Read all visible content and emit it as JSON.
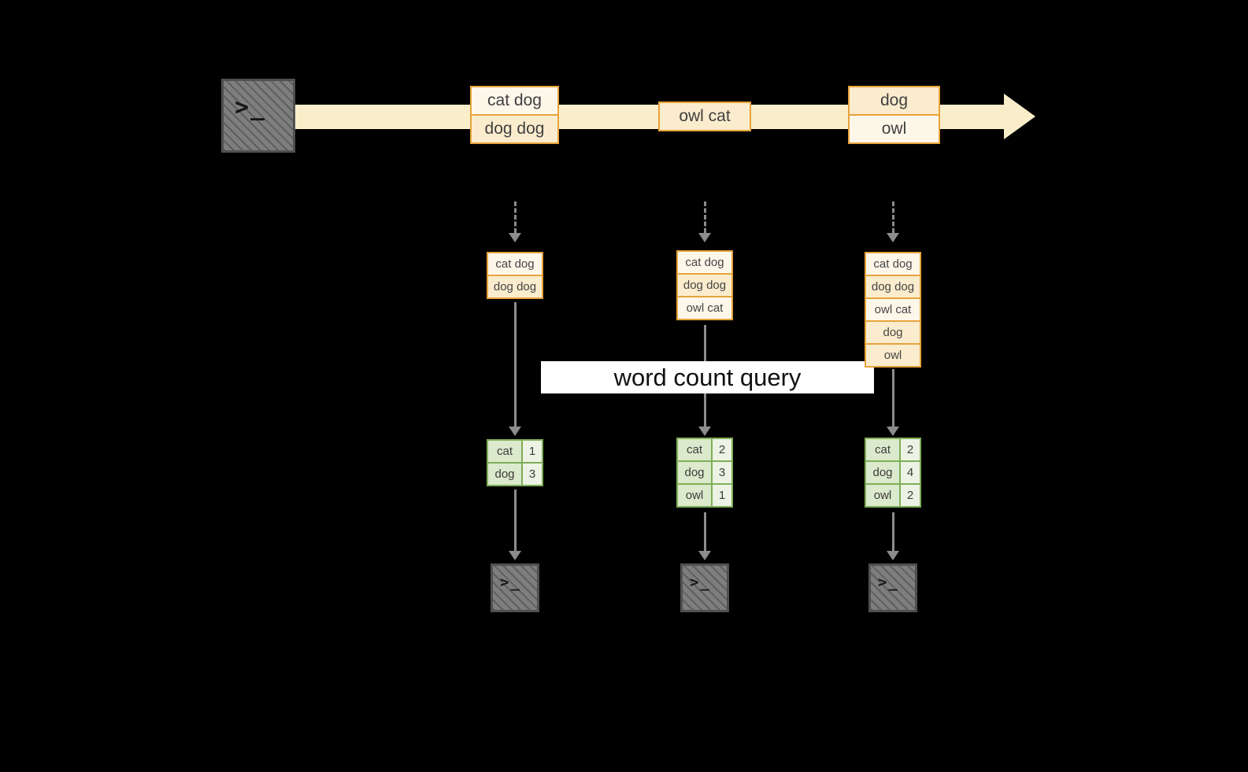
{
  "labels": {
    "query": "word count query"
  },
  "icons": {
    "terminal_prompt": ">_"
  },
  "stream": {
    "events": [
      {
        "lines": [
          "cat dog",
          "dog dog"
        ]
      },
      {
        "lines": [
          "owl cat"
        ]
      },
      {
        "lines": [
          "dog",
          "owl"
        ]
      }
    ]
  },
  "columns": [
    {
      "buffer": [
        "cat dog",
        "dog dog"
      ],
      "counts": [
        {
          "word": "cat",
          "count": "1"
        },
        {
          "word": "dog",
          "count": "3"
        }
      ]
    },
    {
      "buffer": [
        "cat dog",
        "dog dog",
        "owl cat"
      ],
      "counts": [
        {
          "word": "cat",
          "count": "2"
        },
        {
          "word": "dog",
          "count": "3"
        },
        {
          "word": "owl",
          "count": "1"
        }
      ]
    },
    {
      "buffer": [
        "cat dog",
        "dog dog",
        "owl cat",
        "dog",
        "owl"
      ],
      "counts": [
        {
          "word": "cat",
          "count": "2"
        },
        {
          "word": "dog",
          "count": "4"
        },
        {
          "word": "owl",
          "count": "2"
        }
      ]
    }
  ],
  "colors": {
    "background": "#000000",
    "stream_fill": "#faeeca",
    "box_border": "#e7a33b",
    "box_fill_light": "#fdf7ea",
    "box_fill_cream": "#fbeccd",
    "table_border": "#7fae57",
    "table_fill": "#dbe9cc",
    "table_fill_light": "#edf3e4",
    "arrow": "#8c8c8c",
    "banner_bg": "#ffffff",
    "terminal_fill": "#7e7e7e"
  }
}
